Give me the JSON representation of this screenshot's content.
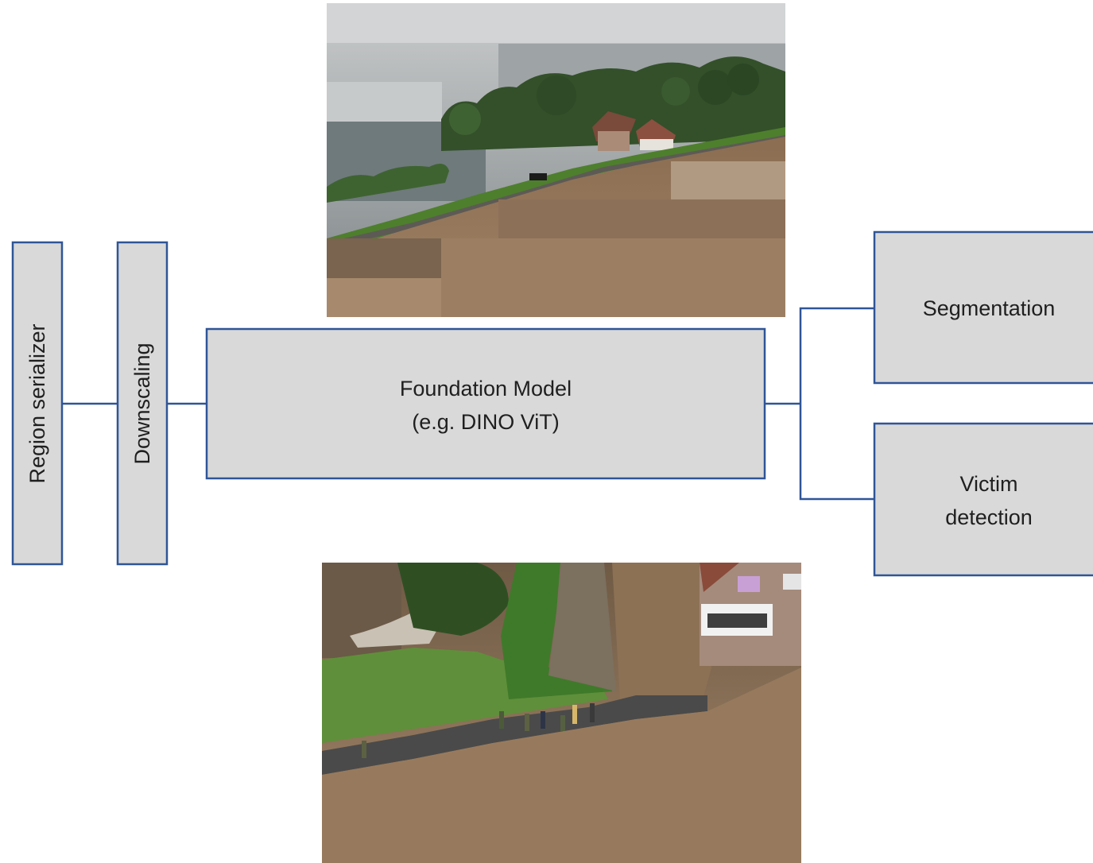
{
  "pipeline": {
    "region_serializer": "Region serializer",
    "downscaling": "Downscaling",
    "foundation_model": {
      "line1": "Foundation Model",
      "line2": "(e.g. DINO ViT)"
    },
    "outputs": {
      "segmentation": "Segmentation",
      "victim_detection": {
        "line1": "Victim",
        "line2": "detection"
      }
    }
  },
  "images": {
    "top": {
      "subject": "aerial-flooded-farmhouse"
    },
    "bottom": {
      "subject": "flooded-road-with-people"
    }
  },
  "colors": {
    "box_fill": "#d9d9d9",
    "box_stroke": "#2f5597",
    "connector": "#2f5597",
    "flood_water": "#8a6f55",
    "vegetation": "#3d6b2a"
  }
}
